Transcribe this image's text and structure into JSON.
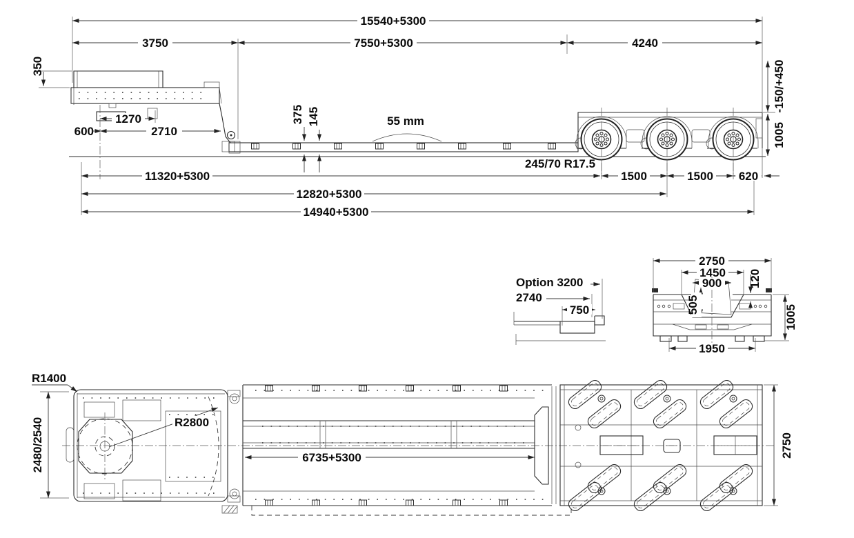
{
  "ink_color": "#2b2b2b",
  "background_color": "#ffffff",
  "side_view": {
    "overall_length": "15540+5300",
    "gooseneck_length": "3750",
    "deck_length": "7550+5300",
    "bogie_length": "4240",
    "gooseneck_height": "350",
    "ride_height_range": "-150/+450",
    "platform_height": "1005",
    "kingpin_to_front": "600",
    "kingpin_offset": "1270",
    "kingpin_to_deck": "2710",
    "deck_dim_375": "375",
    "deck_dim_145": "145",
    "camber": "55 mm",
    "tyre_size": "245/70 R17.5",
    "axle_spacing_1": "1500",
    "axle_spacing_2": "1500",
    "rear_overhang": "620",
    "kingpin_to_axle1": "11320+5300",
    "kingpin_to_axle2": "12820+5300",
    "kingpin_to_rear": "14940+5300"
  },
  "option_view": {
    "option_label": "Option 3200",
    "length": "2740",
    "extension": "750"
  },
  "rear_view": {
    "overall_width": "2750",
    "well_top_width": "1450",
    "well_bottom_width": "900",
    "deck_thickness": "120",
    "well_depth": "505",
    "height": "1005",
    "support_width": "1950"
  },
  "plan_view": {
    "front_radius": "R1400",
    "front_width": "2480/2540",
    "swing_radius": "R2800",
    "deck_length": "6735+5300",
    "bogie_width": "2750"
  }
}
